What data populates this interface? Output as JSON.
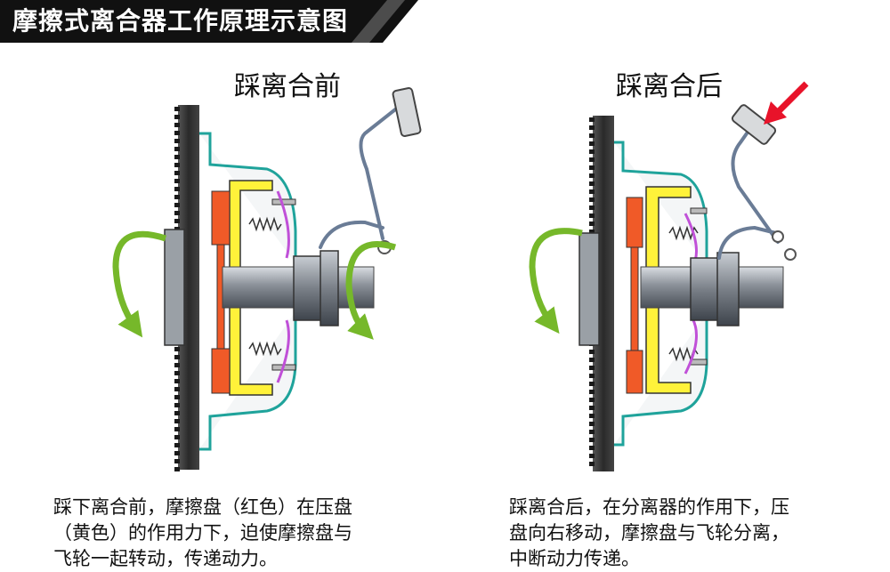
{
  "header": {
    "title": "摩擦式离合器工作原理示意图"
  },
  "panels": [
    {
      "title": "踩离合前",
      "caption_lines": [
        "踩下离合前，摩擦盘（红色）在压盘",
        "（黄色）的作用力下，迫使摩擦盘与",
        "飞轮一起转动，传递动力。"
      ]
    },
    {
      "title": "踩离合后",
      "caption_lines": [
        "踩离合后，在分离器的作用下，压",
        "盘向右移动，摩擦盘与飞轮分离，",
        "中断动力传递。"
      ]
    }
  ],
  "colors": {
    "friction_disc": "#f05a28",
    "pressure_plate": "#fff23a",
    "housing": "#1fa39b",
    "diaphragm_spring": "#c050d8",
    "rotation_arrow": "#76b82a",
    "pedal_force_arrow": "#e8132a",
    "flywheel": "#2c2c2c",
    "header_bg": "#111111"
  }
}
